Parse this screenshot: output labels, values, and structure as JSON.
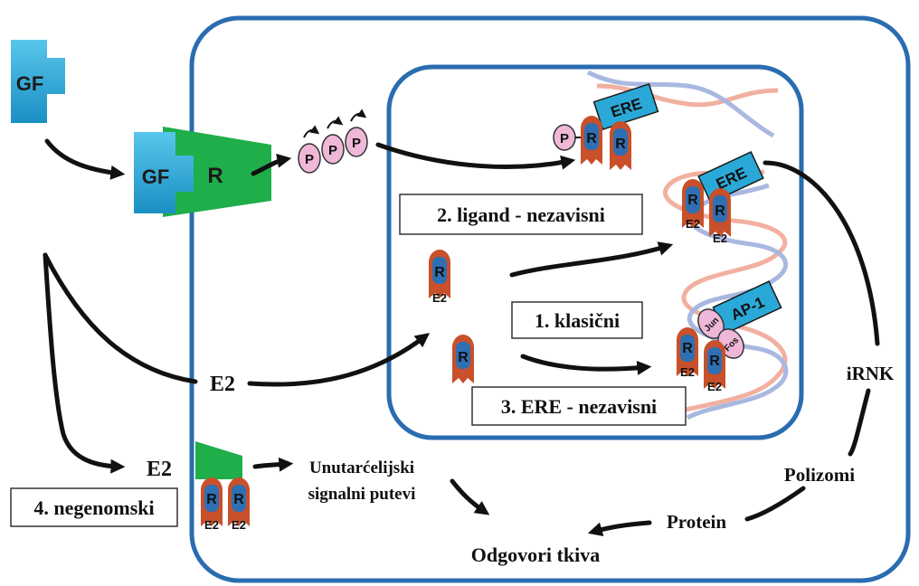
{
  "labels": {
    "gf_free": "GF",
    "gf_bound": "GF",
    "receptor_r": "R",
    "phospho": [
      "P",
      "P",
      "P"
    ],
    "p_single": "P",
    "ere_top": "ERE",
    "ere_mid": "ERE",
    "ap1": "AP-1",
    "jun": "Jun",
    "fos": "Fos",
    "r": "R",
    "e2": "E2",
    "pathway_2": "2. ligand - nezavisni",
    "pathway_1": "1. klasični",
    "pathway_3": "3. ERE - nezavisni",
    "pathway_4": "4. negenomski",
    "e2_mid": "E2",
    "e2_lower": "E2",
    "intracellular_line1": "Unutarćelijski",
    "intracellular_line2": "signalni putevi",
    "irnk": "iRNK",
    "polizomi": "Polizomi",
    "protein": "Protein",
    "tissue_response": "Odgovori tkiva"
  },
  "colors": {
    "cell_border": "#2a6cb0",
    "gf_blue": "#2aa9d8",
    "receptor_green": "#1fae4a",
    "receptor_body": "#c8502a",
    "receptor_core": "#2f6fb3",
    "phospho_pink": "#efb7d8",
    "dna_pink": "#f2b0a0",
    "dna_blue": "#a9b8e0",
    "arrow": "#111111"
  }
}
